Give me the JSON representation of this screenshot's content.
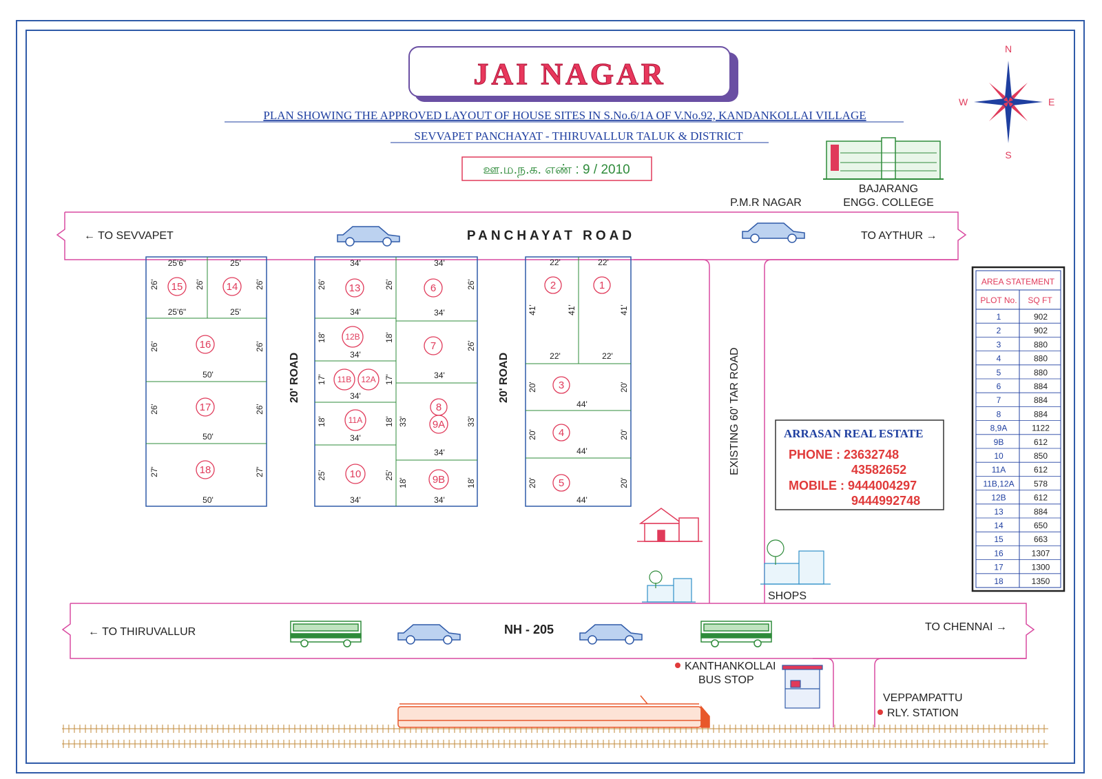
{
  "title": "JAI NAGAR",
  "subtitle_line1": "PLAN SHOWING THE APPROVED LAYOUT OF HOUSE SITES IN S.No.6/1A OF V.No.92, KANDANKOLLAI VILLAGE",
  "subtitle_line2": "SEVVAPET PANCHAYAT - THIRUVALLUR TALUK & DISTRICT",
  "approval_no": "ஊ.ம.ந.க. எண் : 9 / 2010",
  "compass": {
    "n": "N",
    "s": "S",
    "e": "E",
    "w": "W"
  },
  "landmarks": {
    "pmr_nagar": "P.M.R NAGAR",
    "college_line1": "BAJARANG",
    "college_line2": "ENGG. COLLEGE",
    "shops": "SHOPS",
    "bus_stop_line1": "KANTHANKOLLAI",
    "bus_stop_line2": "BUS STOP",
    "rly_line1": "VEPPAMPATTU",
    "rly_line2": "RLY. STATION"
  },
  "roads": {
    "panchayat_road": "PANCHAYAT ROAD",
    "to_sevvapet": "TO SEVVAPET",
    "to_aythur": "TO AYTHUR",
    "road20_a": "20' ROAD",
    "road20_b": "20' ROAD",
    "tar_road": "EXISTING 60' TAR ROAD",
    "nh": "NH - 205",
    "to_thiruvallur": "TO THIRUVALLUR",
    "to_chennai": "TO CHENNAI"
  },
  "contact": {
    "name": "ARRASAN REAL ESTATE",
    "phone_label": "PHONE : 23632748",
    "phone2": "43582652",
    "mobile_label": "MOBILE : 9444004297",
    "mobile2": "9444992748"
  },
  "area_statement": {
    "title": "AREA STATEMENT",
    "headers": [
      "PLOT No.",
      "SQ FT"
    ],
    "rows": [
      [
        "1",
        "902"
      ],
      [
        "2",
        "902"
      ],
      [
        "3",
        "880"
      ],
      [
        "4",
        "880"
      ],
      [
        "5",
        "880"
      ],
      [
        "6",
        "884"
      ],
      [
        "7",
        "884"
      ],
      [
        "8",
        "884"
      ],
      [
        "8,9A",
        "1122"
      ],
      [
        "9B",
        "612"
      ],
      [
        "10",
        "850"
      ],
      [
        "11A",
        "612"
      ],
      [
        "11B,12A",
        "578"
      ],
      [
        "12B",
        "612"
      ],
      [
        "13",
        "884"
      ],
      [
        "14",
        "650"
      ],
      [
        "15",
        "663"
      ],
      [
        "16",
        "1307"
      ],
      [
        "17",
        "1300"
      ],
      [
        "18",
        "1350"
      ]
    ]
  },
  "plots": {
    "p1": "1",
    "p2": "2",
    "p3": "3",
    "p4": "4",
    "p5": "5",
    "p6": "6",
    "p7": "7",
    "p8": "8",
    "p9a": "9A",
    "p9b": "9B",
    "p10": "10",
    "p11a": "11A",
    "p11b": "11B",
    "p12a": "12A",
    "p12b": "12B",
    "p13": "13",
    "p14": "14",
    "p15": "15",
    "p16": "16",
    "p17": "17",
    "p18": "18"
  },
  "dims": {
    "d25_6": "25'6\"",
    "d25": "25'",
    "d26": "26'",
    "d27": "27'",
    "d50": "50'",
    "d34": "34'",
    "d18": "18'",
    "d17": "17'",
    "d33": "33'",
    "d22": "22'",
    "d41": "41'",
    "d20": "20'",
    "d44": "44'"
  }
}
